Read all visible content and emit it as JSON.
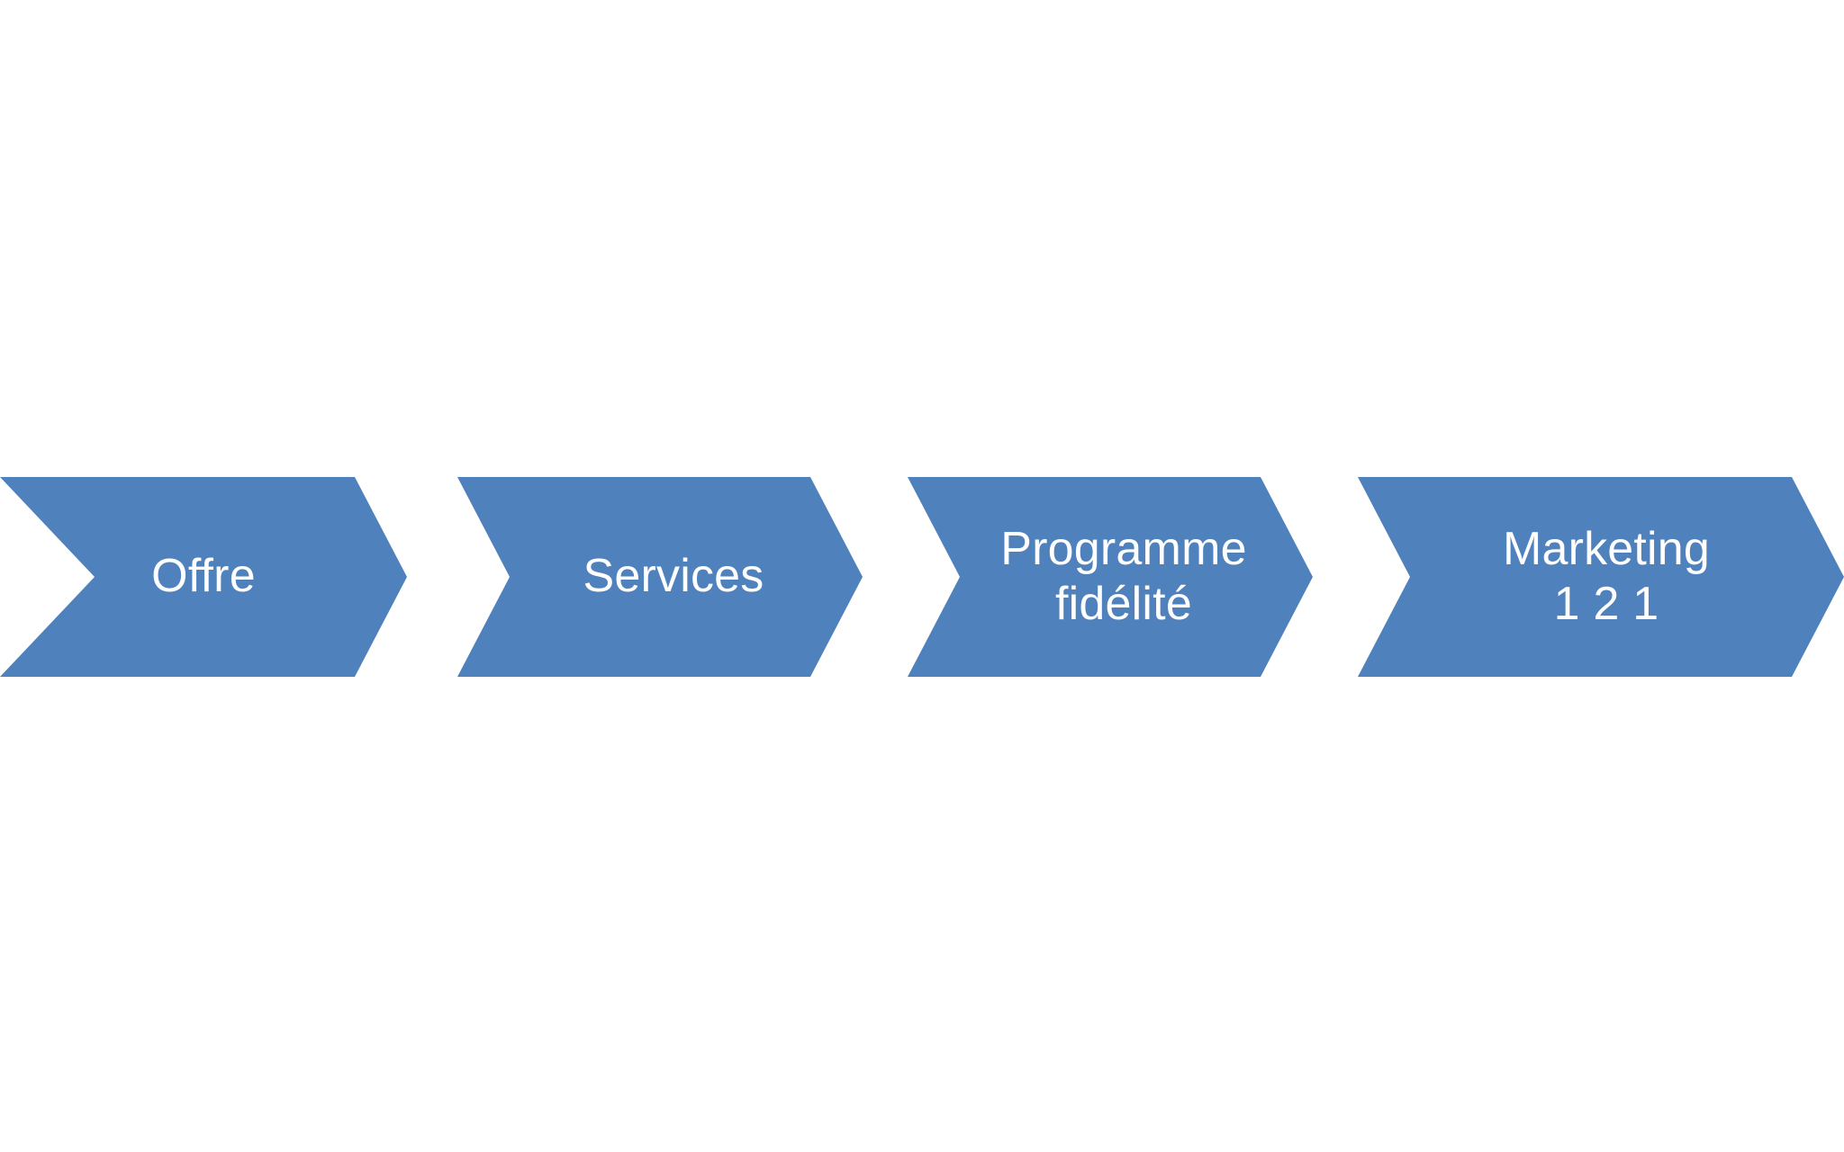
{
  "diagram": {
    "title": "Process chevron sequence",
    "background_color": "#ffffff",
    "accent_color": "#4f81bd",
    "label_color": "#ffffff",
    "orientation": "horizontal-left-to-right",
    "step_count": 4,
    "steps": [
      {
        "index": 1,
        "label": "Offre",
        "shape": "chevron",
        "fill": "#4f81bd",
        "text_color": "#ffffff"
      },
      {
        "index": 2,
        "label": "Services",
        "shape": "chevron",
        "fill": "#4f81bd",
        "text_color": "#ffffff"
      },
      {
        "index": 3,
        "label": "Programme\nfidélité",
        "shape": "chevron",
        "fill": "#4f81bd",
        "text_color": "#ffffff"
      },
      {
        "index": 4,
        "label": "Marketing\n1 2 1",
        "shape": "chevron",
        "fill": "#4f81bd",
        "text_color": "#ffffff"
      }
    ]
  }
}
